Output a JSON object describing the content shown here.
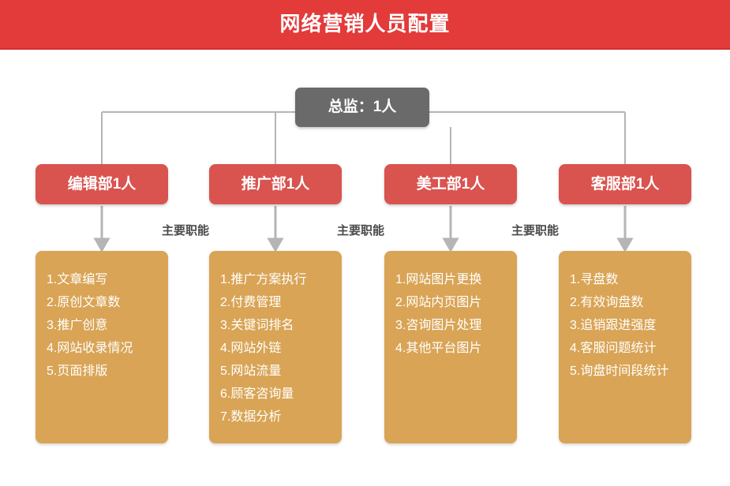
{
  "header": {
    "title": "网络营销人员配置",
    "background_color": "#e33a3a",
    "text_color": "#ffffff"
  },
  "colors": {
    "header_red": "#e33a3a",
    "root_gray": "#6a6a6a",
    "dept_red": "#d9534f",
    "duty_orange": "#d9a455",
    "connector_gray": "#b5b5b5",
    "caption_text": "#4a4a4a"
  },
  "chart": {
    "type": "org-chart",
    "root": {
      "label": "总监：1人"
    },
    "function_caption": "主要职能",
    "captions": [
      {
        "label": "主要职能"
      },
      {
        "label": "主要职能"
      },
      {
        "label": "主要职能"
      }
    ],
    "departments": [
      {
        "label": "编辑部1人",
        "duties": [
          "1.文章编写",
          "2.原创文章数",
          "3.推广创意",
          "4.网站收录情况",
          "5.页面排版"
        ]
      },
      {
        "label": "推广部1人",
        "duties": [
          "1.推广方案执行",
          "2.付费管理",
          "3.关键词排名",
          "4.网站外链",
          "5.网站流量",
          "6.顾客咨询量",
          "7.数据分析"
        ]
      },
      {
        "label": "美工部1人",
        "duties": [
          "1.网站图片更换",
          "2.网站内页图片",
          "3.咨询图片处理",
          "4.其他平台图片"
        ]
      },
      {
        "label": "客服部1人",
        "duties": [
          "1.寻盘数",
          "2.有效询盘数",
          "3.追销跟进强度",
          "4.客服问题统计",
          "5.询盘时间段统计"
        ]
      }
    ]
  }
}
